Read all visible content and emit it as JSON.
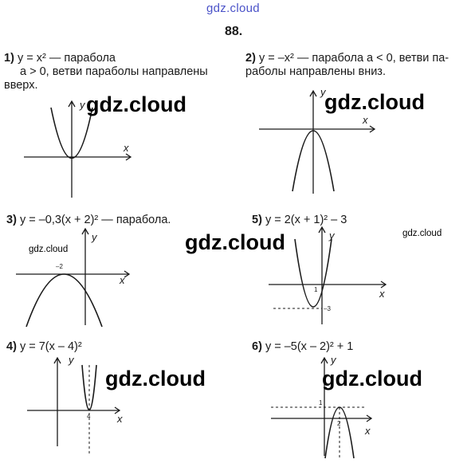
{
  "site_header": "gdz.cloud",
  "problem_number": "88.",
  "watermark": "gdz.cloud",
  "items": [
    {
      "num": "1)",
      "lines": [
        "y = x² — парабола",
        "a > 0, ветви параболы направлены",
        "вверх."
      ]
    },
    {
      "num": "2)",
      "lines": [
        "y = –x² — парабола a < 0, ветви па-",
        "раболы направлены вниз."
      ]
    },
    {
      "num": "3)",
      "lines": [
        "y = –0,3(x + 2)² — парабола."
      ]
    },
    {
      "num": "5)",
      "lines": [
        "y = 2(x + 1)² – 3"
      ]
    },
    {
      "num": "4)",
      "lines": [
        "y = 7(x – 4)²"
      ]
    },
    {
      "num": "6)",
      "lines": [
        "y = –5(x – 2)² + 1"
      ]
    }
  ],
  "graphs": {
    "g1": {
      "x_label": "x",
      "y_label": "y"
    },
    "g2": {
      "x_label": "x",
      "y_label": "y"
    },
    "g3": {
      "x_label": "x",
      "y_label": "y",
      "tick": "–2"
    },
    "g5": {
      "x_label": "x",
      "y_label": "y",
      "tick_y1": "1",
      "tick_y2": "–3"
    },
    "g4": {
      "x_label": "x",
      "y_label": "y",
      "tick": "4"
    },
    "g6": {
      "x_label": "x",
      "y_label": "y",
      "tick_y": "1",
      "tick_x": "2"
    }
  }
}
